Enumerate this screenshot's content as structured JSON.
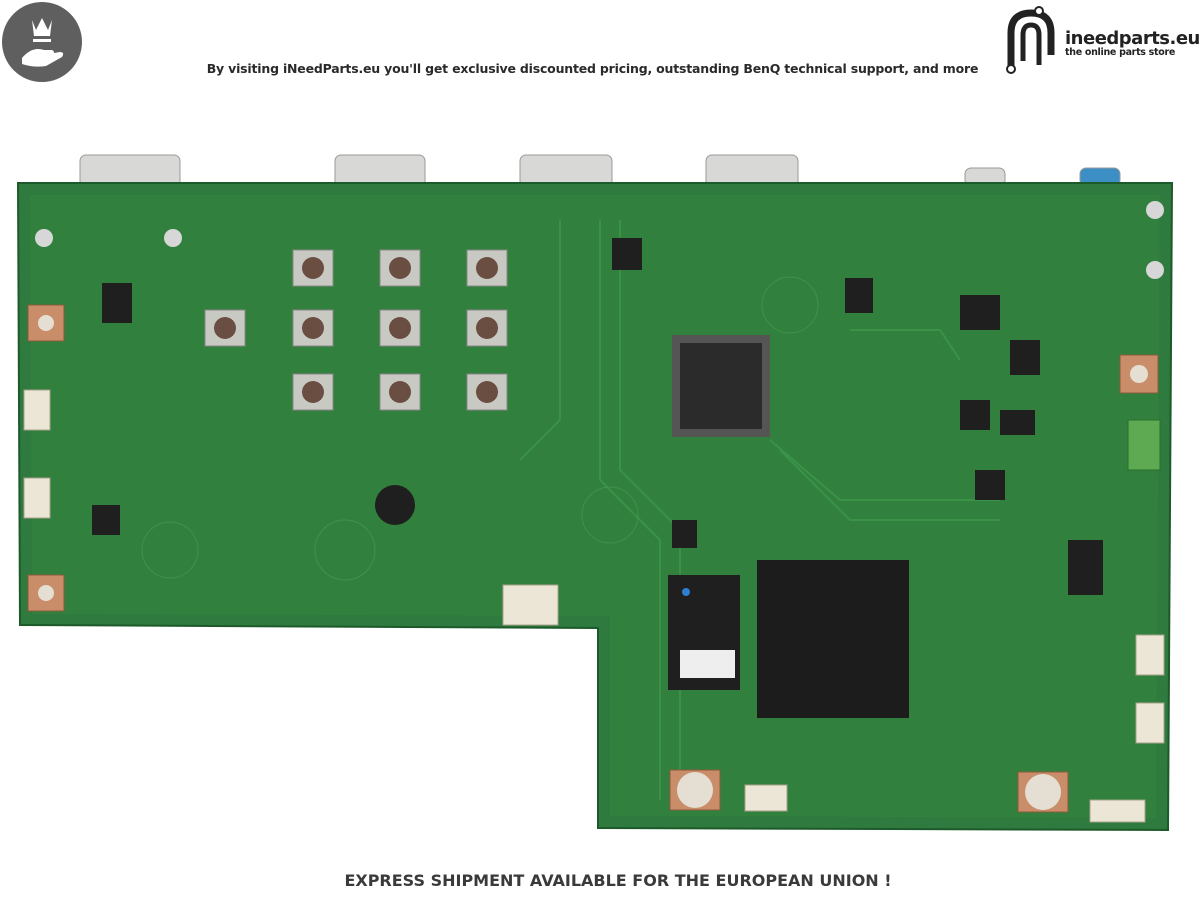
{
  "header": {
    "tagline": "By visiting iNeedParts.eu you'll get exclusive discounted pricing, outstanding BenQ technical support, and more",
    "logo_name": "ineedparts.eu",
    "logo_subtitle": "the online parts store",
    "badge_icon": "crown-hand-icon"
  },
  "product": {
    "subject": "printed-circuit-board",
    "board_color": "#2f7a3e"
  },
  "footer": {
    "notice": "EXPRESS SHIPMENT AVAILABLE FOR THE EUROPEAN UNION !"
  }
}
